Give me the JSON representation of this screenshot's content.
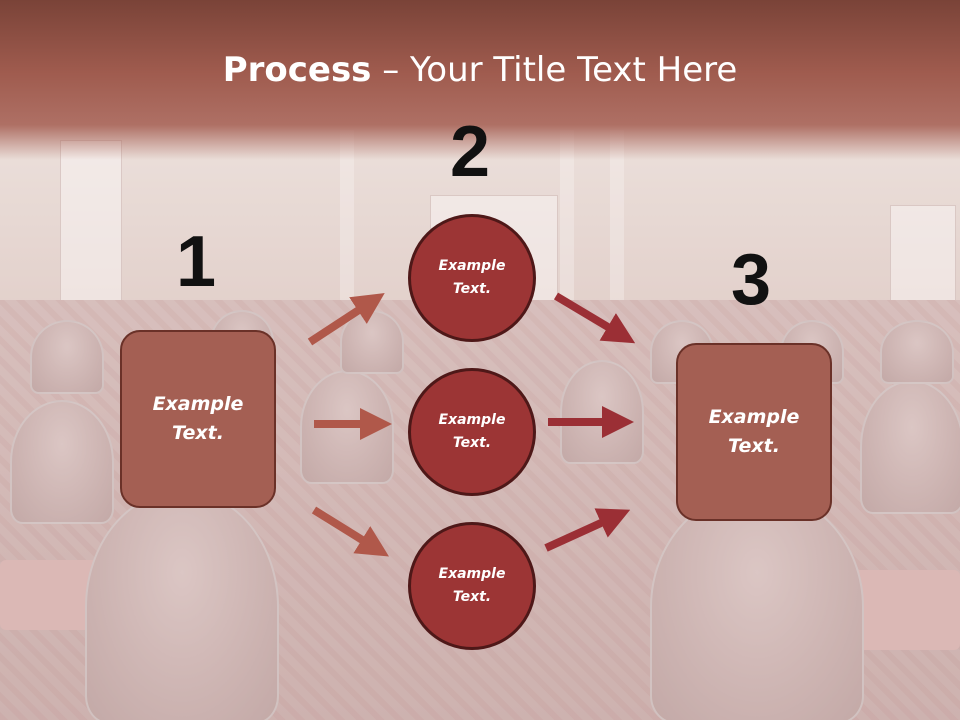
{
  "title": {
    "bold": "Process",
    "rest": " – Your Title Text Here"
  },
  "numbers": {
    "n1": "1",
    "n2": "2",
    "n3": "3"
  },
  "left_box": {
    "text": "Example\nText."
  },
  "right_box": {
    "text": "Example\nText."
  },
  "circles": [
    {
      "text": "Example\nText."
    },
    {
      "text": "Example\nText."
    },
    {
      "text": "Example\nText."
    }
  ],
  "colors": {
    "box_fill": "#a45f53",
    "circle_fill": "#9c3535",
    "arrow_left": "#b0584a",
    "arrow_right": "#9b2f35",
    "title_band": "#9f5b4e"
  }
}
